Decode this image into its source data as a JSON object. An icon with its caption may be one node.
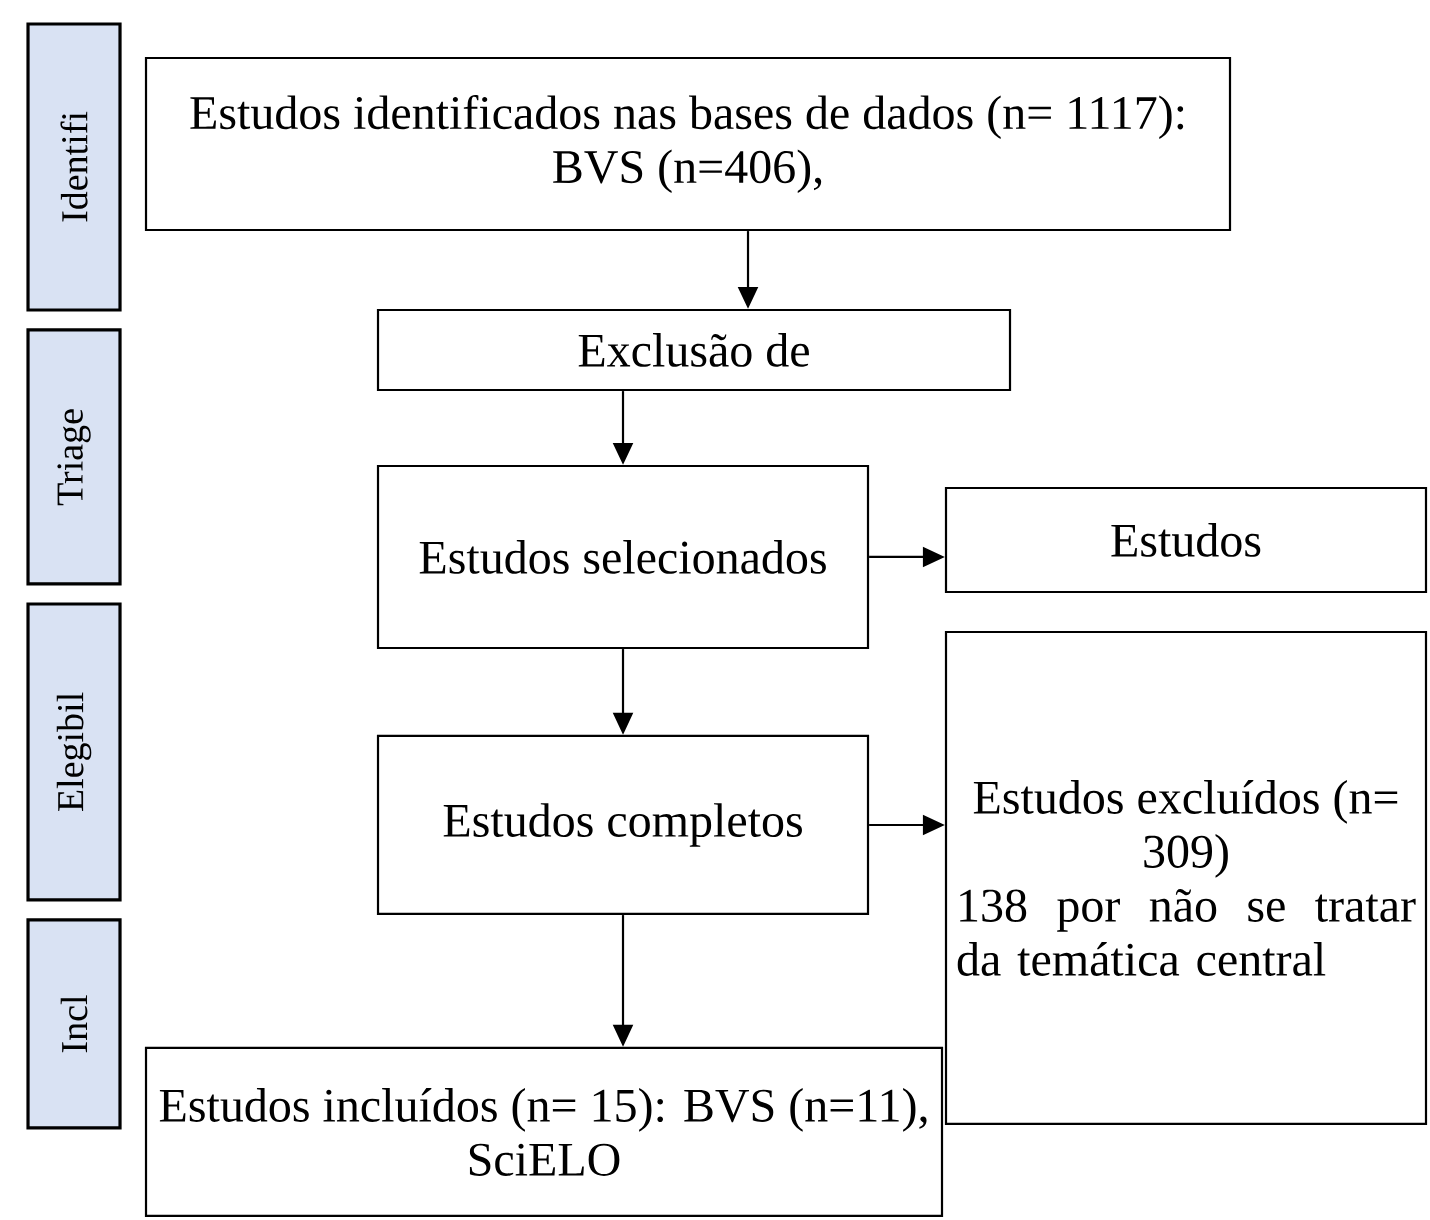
{
  "diagram": {
    "nodes": [
      {
        "text": [
          "Identifi"
        ]
      },
      {
        "text": [
          "Triage"
        ]
      },
      {
        "text": [
          "Elegibil"
        ]
      },
      {
        "text": [
          "Incl"
        ]
      },
      {
        "text": [
          "Estudos identificados nas bases de dados (n= 1117): BVS (n=406),"
        ]
      },
      {
        "text": [
          "Exclusão de"
        ]
      },
      {
        "text": [
          "Estudos selecionados"
        ]
      },
      {
        "text": [
          "Estudos"
        ]
      },
      {
        "text": [
          "Estudos completos"
        ]
      },
      {
        "text": [
          "Estudos excluídos (n= 309)",
          "138 por não se tratar da temática central"
        ]
      },
      {
        "text": [
          "Estudos incluídos (n= 15): BVS (n=11), SciELO"
        ]
      }
    ],
    "edges": [
      {
        "from": 4,
        "to": 5,
        "arrow": "to"
      },
      {
        "from": 5,
        "to": 6,
        "arrow": "to"
      },
      {
        "from": 6,
        "to": 7,
        "arrow": "to"
      },
      {
        "from": 6,
        "to": 8,
        "arrow": "to"
      },
      {
        "from": 8,
        "to": 9,
        "arrow": "to"
      },
      {
        "from": 8,
        "to": 10,
        "arrow": "to"
      }
    ]
  }
}
